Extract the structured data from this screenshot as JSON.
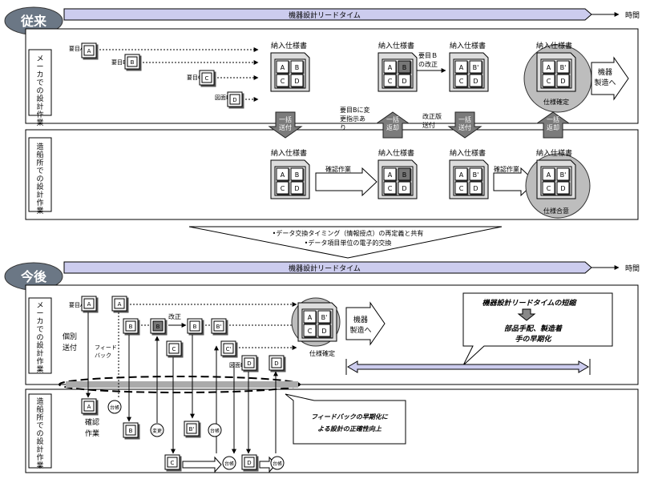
{
  "top": {
    "badge": "従来",
    "lead_time": "機器設計リードタイム",
    "time_label": "時間",
    "maker_side": "メーカでの設計作業",
    "shipyard_side": "造船所での設計作業",
    "req_a": "要目A",
    "req_b": "要目B",
    "req_c": "要目C",
    "drawing_d": "図面D",
    "spec_doc": "納入仕様書",
    "req_b_revision": "要目Ｂの改正",
    "cell_a": "A",
    "cell_b": "B",
    "cell_b_prime": "B'",
    "cell_c": "C",
    "cell_d": "D",
    "spec_fixed": "仕様確定",
    "spec_agreed": "仕様合意",
    "manufacturing": "機器製造へ",
    "bulk_send": "一括送付",
    "bulk_return": "一括返却",
    "change_instruction": "要目Bに変更指示あり",
    "revised_send": "改正版送付",
    "confirmation_work": "確認作業"
  },
  "banner": {
    "line1": "•データ交換タイミング（情報授点）の再定義と共有",
    "line2": "•データ項目単位の電子的交換"
  },
  "bottom": {
    "badge": "今後",
    "lead_time": "機器設計リードタイム",
    "time_label": "時間",
    "maker_side": "メーカでの設計作業",
    "shipyard_side": "造船所での設計作業",
    "req_a": "要目A",
    "drawing_d": "図面D",
    "cell_a": "A",
    "cell_b": "B",
    "cell_b_prime": "B'",
    "cell_c": "C",
    "cell_c_prime": "C'",
    "cell_d": "D",
    "revision": "改正",
    "individual_send": "個別送付",
    "feedback": "フィードバック",
    "confirmation_work": "確認作業",
    "ledger": "台帳",
    "change": "変更",
    "spec_fixed": "仕様確定",
    "manufacturing": "機器製造へ",
    "callout_title": "機器設計リードタイムの短縮",
    "callout_body": "部品手配、製造着手の早期化",
    "feedback_note": "フィードバックの早期化による設計の正確性向上"
  },
  "colors": {
    "lead_bar": "#ccccee",
    "dark_cell": "#777777",
    "circle": "#bdbdbd"
  }
}
